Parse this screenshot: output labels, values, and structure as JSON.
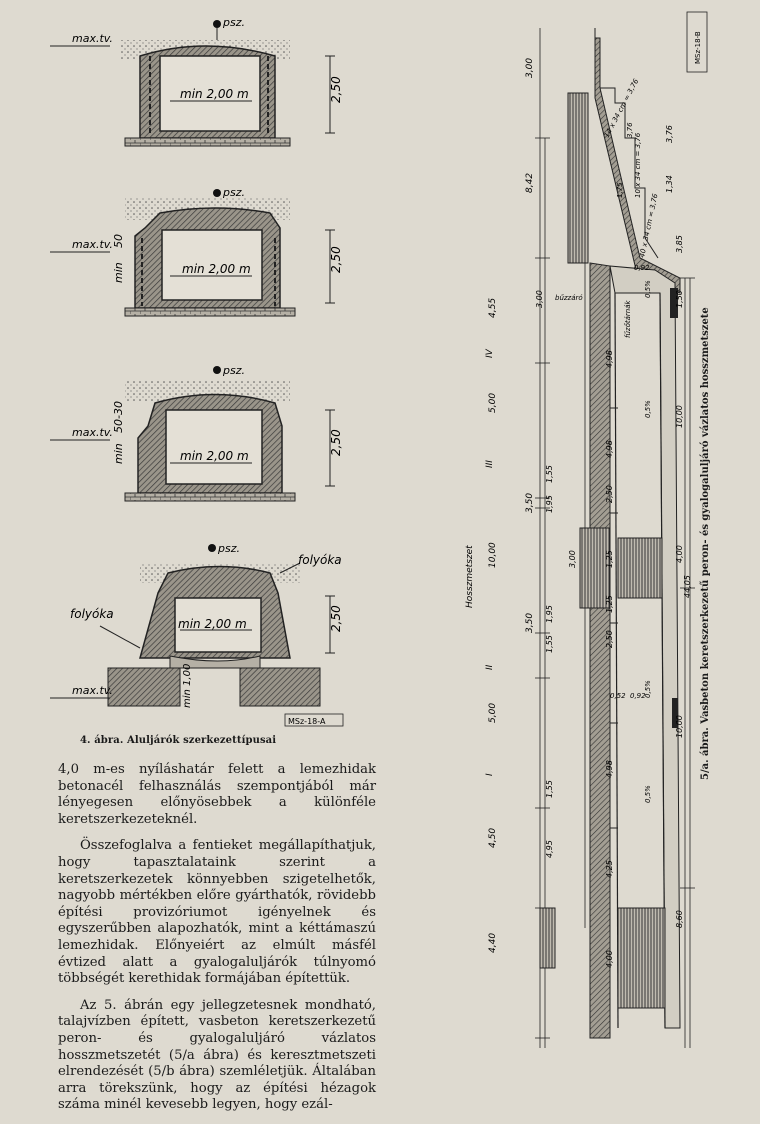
{
  "figure4": {
    "caption": "4. ábra. Aluljárók szerkezettípusai",
    "stamp": "MSz-18-A",
    "labels": {
      "psz": "psz.",
      "maxtv": "max.tv.",
      "min_width": "min 2,00 m",
      "height": "2,50",
      "min": "min",
      "fifty": "50",
      "fifty_thirty": "50-30",
      "folyoka": "folyóka",
      "min100": "min 1,00"
    }
  },
  "figure5": {
    "caption": "5/a. ábra. Vasbeton keretszerkezetű peron- és gyalogaluljáró vázlatos hosszmetszete",
    "stamp": "MSz-18-B",
    "section_label": "Hosszmetszet",
    "dims_left": [
      "3,00",
      "8,42",
      "4,55",
      "5,00",
      "3,50",
      "10,00",
      "3,50",
      "5,00",
      "4,50",
      "4,40"
    ],
    "dims_mid": [
      "3,00",
      "1,55",
      "1,95",
      "3,00",
      "1,95",
      "1,55",
      "1,55",
      "4,95"
    ],
    "dims_inner": [
      "4,98",
      "4,98",
      "2,50",
      "1,25",
      "1,25",
      "2,50",
      "4,98",
      "4,25",
      "4,00"
    ],
    "dims_right": [
      "1,50",
      "10,00",
      "4,00",
      "44,05",
      "10,00",
      "8,60"
    ],
    "small": [
      "3,76",
      "1,34",
      "3,85",
      "0,92",
      "0,5%",
      "0,5%",
      "0,5%",
      "0,5%",
      "0,92",
      "0,52",
      "1,75",
      "3,76"
    ],
    "notes": [
      "14 x 34 cm = 3,76",
      "10 x 34 cm = 3,76",
      "40 x 34 cm = 3,76",
      "bűzzáró",
      "fűzőtárnák"
    ],
    "roman": [
      "IV",
      "III",
      "II",
      "I"
    ]
  },
  "paragraphs": [
    "4,0 m-es nyíláshatár felett a lemezhidak betonacél felhasználás szempontjából már lényegesen előnyösebbek a különféle keretszerkezeteknél.",
    "Összefoglalva a fentieket megállapíthatjuk, hogy tapasztalataink szerint a keretszerkezetek könnyebben szigetelhetők, nagyobb mértékben előre gyárthatók, rövidebb építési provizóriumot igényelnek és egyszerűbben alapozhatók, mint a kéttámaszú lemezhidak. Előnyeiért az elmúlt másfél évtized alatt a gyalogaluljárók túlnyomó többségét kerethidak formájában építettük.",
    "Az 5. ábrán egy jellegzetesnek mondható, talajvízben épített, vasbeton keretszerkezetű peron- és gyalogaluljáró vázlatos hosszmetszetét (5/a ábra) és keresztmetszeti elrendezését (5/b ábra) szemléletjük. Általában arra törekszünk, hogy az építési hézagok száma minél kevesebb legyen, hogy ezál-"
  ]
}
